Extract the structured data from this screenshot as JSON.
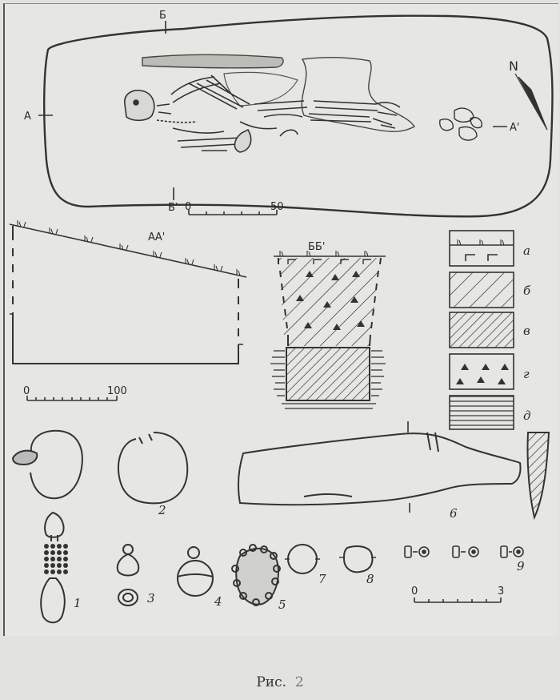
{
  "plan": {
    "label_a": "А",
    "label_a_prime": "А'",
    "label_b": "Б",
    "label_b_prime": "Б'",
    "north": "N",
    "scale_start": "0",
    "scale_end": "50"
  },
  "section_aa": {
    "title": "АА'",
    "scale_start": "0",
    "scale_end": "100"
  },
  "section_bb": {
    "title": "ББ'"
  },
  "legend": {
    "items": [
      {
        "letter": "а"
      },
      {
        "letter": "б"
      },
      {
        "letter": "в"
      },
      {
        "letter": "г"
      },
      {
        "letter": "д"
      }
    ]
  },
  "finds": {
    "labels": [
      "1",
      "2",
      "3",
      "4",
      "5",
      "6",
      "7",
      "8",
      "9"
    ],
    "scale_start": "0",
    "scale_end": "3"
  },
  "caption": {
    "prefix": "Рис.",
    "number": "2"
  }
}
